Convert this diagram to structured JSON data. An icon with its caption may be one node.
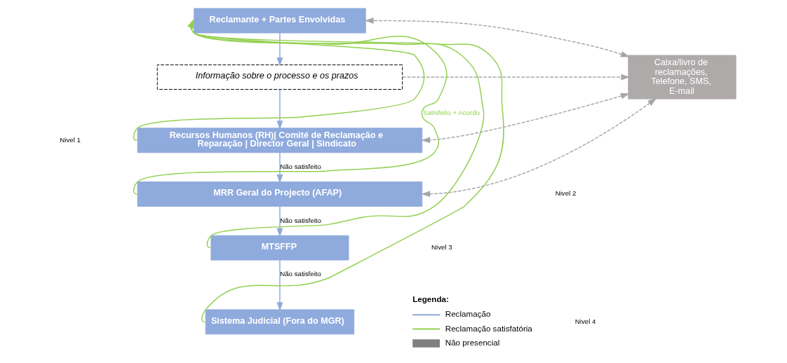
{
  "diagram": {
    "nodes": [
      {
        "text": [
          "Reclamante + Partes Envolvidas"
        ]
      },
      {
        "text": [
          "Informação sobre o processo e os prazos"
        ]
      },
      {
        "text": [
          "Recursos Humanos (RH)| Comité de Reclamação e Reparação | Director Geral | Sindicato"
        ]
      },
      {
        "text": [
          "MRR Geral do Projecto (AFAP)"
        ]
      },
      {
        "text": [
          "MTSFFP"
        ]
      },
      {
        "text": [
          "Sistema Judicial (Fora do MGR)"
        ]
      },
      {
        "text": [
          "Caixa/livro de reclamações, Telefone, SMS, E-mail"
        ]
      }
    ],
    "edges": [
      {
        "from": 0,
        "to": 1,
        "arrow": "to"
      },
      {
        "from": 1,
        "to": 2,
        "arrow": "to"
      },
      {
        "from": 2,
        "to": 3,
        "arrow": "to",
        "label": "Não satisfeito"
      },
      {
        "from": 3,
        "to": 4,
        "arrow": "to",
        "label": "Não satisfeito"
      },
      {
        "from": 4,
        "to": 5,
        "arrow": "to",
        "label": "Não satisfeito"
      },
      {
        "from": 2,
        "to": 0,
        "arrow": "to",
        "color": "#92d050"
      },
      {
        "from": 3,
        "to": 0,
        "arrow": "to",
        "color": "#92d050",
        "label": "Satisfeito + Acordo"
      },
      {
        "from": 4,
        "to": 0,
        "arrow": "to",
        "color": "#92d050"
      },
      {
        "from": 5,
        "to": 0,
        "arrow": "to",
        "color": "#92d050"
      },
      {
        "from": 6,
        "to": 0,
        "arrow": "both",
        "style": "dashed",
        "color": "#a6a6a6"
      },
      {
        "from": 1,
        "to": 6,
        "arrow": "to",
        "style": "dashed",
        "color": "#a6a6a6"
      },
      {
        "from": 6,
        "to": 2,
        "arrow": "both",
        "style": "dashed",
        "color": "#a6a6a6"
      },
      {
        "from": 6,
        "to": 3,
        "arrow": "both",
        "style": "dashed",
        "color": "#a6a6a6"
      }
    ],
    "labels": [
      "Nivel 1",
      "Nivel 2",
      "Nivel 3",
      "Nivel 4",
      "Legenda:"
    ],
    "legend": [
      {
        "text": "Reclamação"
      },
      {
        "text": "Reclamação satisfatória"
      },
      {
        "text": "Não presencial",
        "color": "#808080"
      }
    ]
  }
}
